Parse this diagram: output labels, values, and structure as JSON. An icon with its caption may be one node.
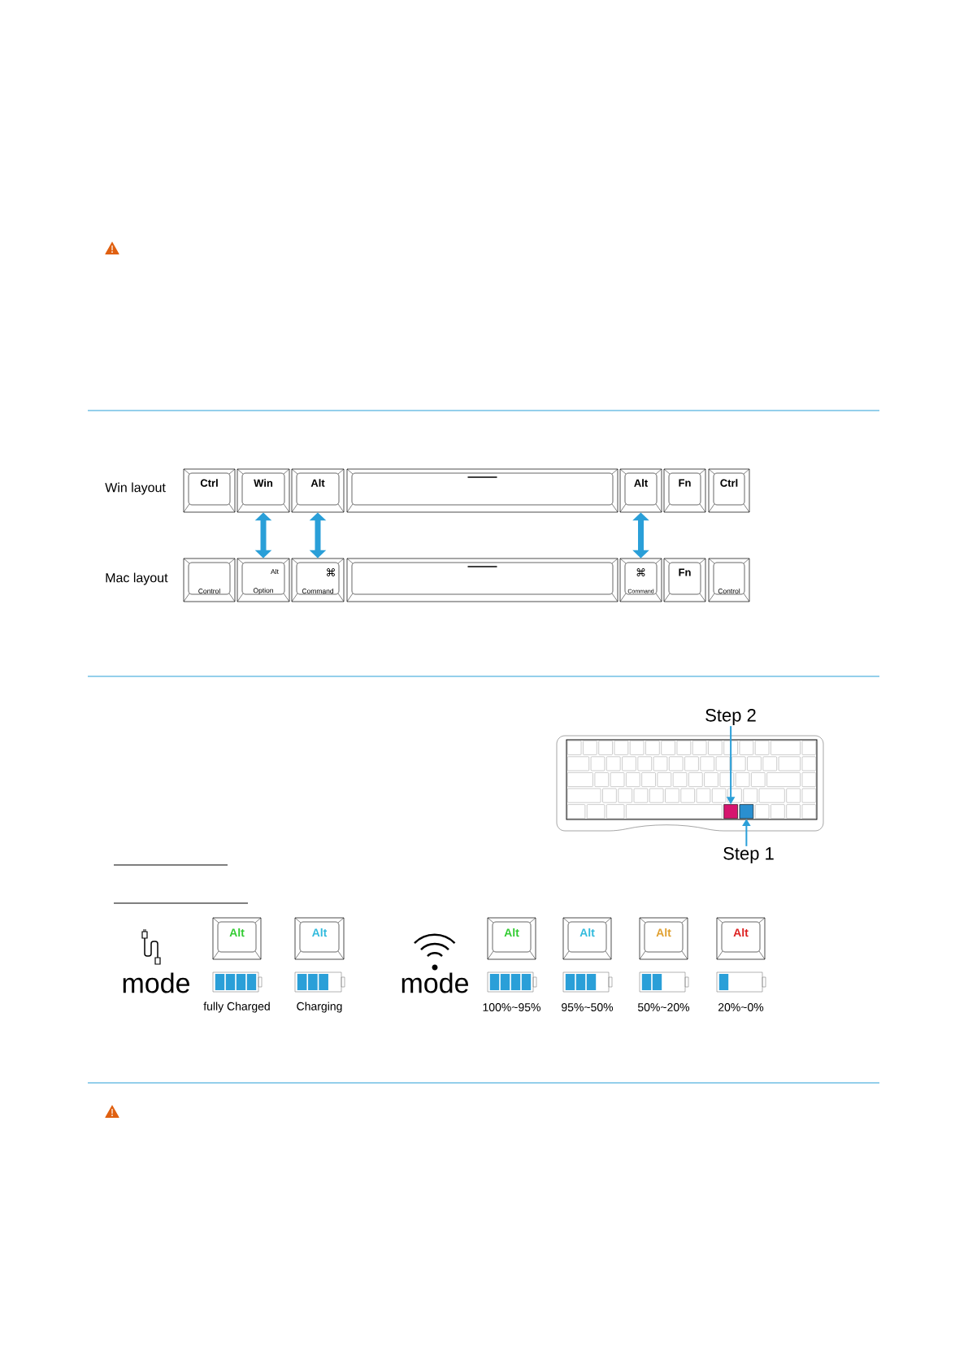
{
  "diagram": {
    "nodes": [
      {
        "text": [
          "Ctrl"
        ]
      },
      {
        "text": [
          "Win"
        ]
      },
      {
        "text": [
          "Alt"
        ]
      },
      {
        "text": [],
        "shape": "box"
      },
      {
        "text": [
          "Alt"
        ]
      },
      {
        "text": [
          "Fn"
        ]
      },
      {
        "text": [
          "Ctrl"
        ]
      },
      {
        "text": [
          "Control"
        ]
      },
      {
        "text": [
          "Alt",
          "Option"
        ]
      },
      {
        "text": [
          "⌘",
          "Command"
        ]
      },
      {
        "text": [],
        "shape": "box"
      },
      {
        "text": [
          "⌘",
          "Command"
        ]
      },
      {
        "text": [
          "Fn"
        ]
      },
      {
        "text": [
          "Control"
        ]
      },
      {
        "text": [
          "Step 2"
        ]
      },
      {
        "text": [],
        "shape": "box"
      },
      {
        "text": [],
        "shape": "box"
      },
      {
        "text": [
          "Step 1"
        ]
      },
      {
        "text": [
          "Alt"
        ],
        "beside": [
          "fully Charged"
        ]
      },
      {
        "text": [
          "Alt"
        ],
        "beside": [
          "Charging"
        ]
      },
      {
        "text": [
          "Alt"
        ],
        "beside": [
          "100%~95%"
        ]
      },
      {
        "text": [
          "Alt"
        ],
        "beside": [
          "95%~50%"
        ]
      },
      {
        "text": [
          "Alt"
        ],
        "beside": [
          "50%~20%"
        ]
      },
      {
        "text": [
          "Alt"
        ],
        "beside": [
          "20%~0%"
        ]
      }
    ],
    "edges": [
      {
        "from": 1,
        "to": 8,
        "arrow": "both"
      },
      {
        "from": 2,
        "to": 9,
        "arrow": "both"
      },
      {
        "from": 4,
        "to": 11,
        "arrow": "both"
      },
      {
        "from": 14,
        "to": 15,
        "arrow": "to"
      },
      {
        "from": 17,
        "to": 16,
        "arrow": "to"
      }
    ],
    "labels": [
      "Win layout",
      "Mac layout",
      "mode",
      "mode"
    ]
  }
}
